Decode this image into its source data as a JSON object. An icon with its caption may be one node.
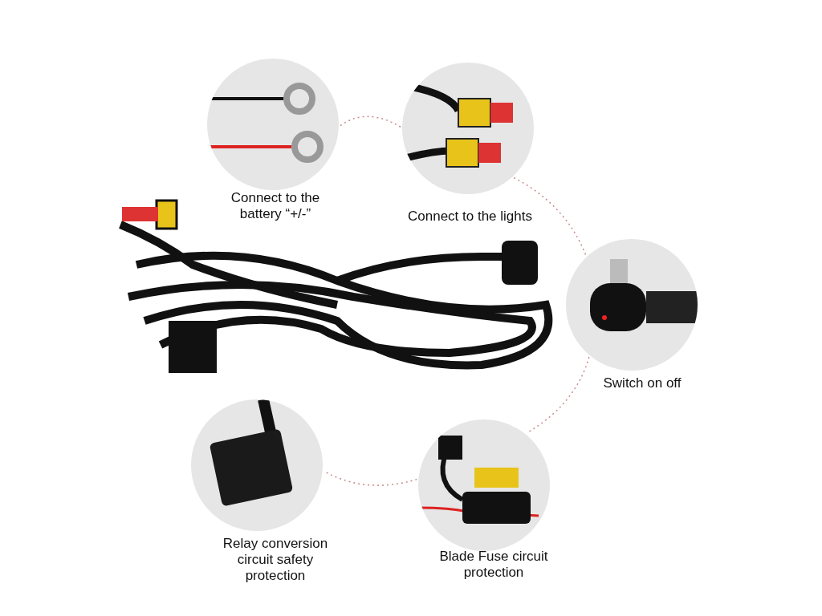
{
  "diagram": {
    "nodes": [
      {
        "text": [],
        "shape": "picture",
        "beside": [
          "Connect to the battery “+/-”"
        ]
      },
      {
        "text": [],
        "shape": "picture",
        "beside": [
          "Connect to the lights"
        ]
      },
      {
        "text": [],
        "shape": "picture",
        "beside": [
          "Switch on off"
        ]
      },
      {
        "text": [],
        "shape": "picture",
        "beside": [
          "Relay conversion circuit safety protection"
        ]
      },
      {
        "text": [],
        "shape": "picture",
        "beside": [
          "Blade Fuse circuit protection"
        ]
      }
    ],
    "edges": [
      {
        "from": 0,
        "to": 1,
        "arrow": "none",
        "style": "dashed"
      },
      {
        "from": 1,
        "to": 2,
        "arrow": "none",
        "style": "dashed"
      },
      {
        "from": 2,
        "to": 4,
        "arrow": "none",
        "style": "dashed"
      },
      {
        "from": 4,
        "to": 3,
        "arrow": "none",
        "style": "dashed"
      }
    ]
  }
}
